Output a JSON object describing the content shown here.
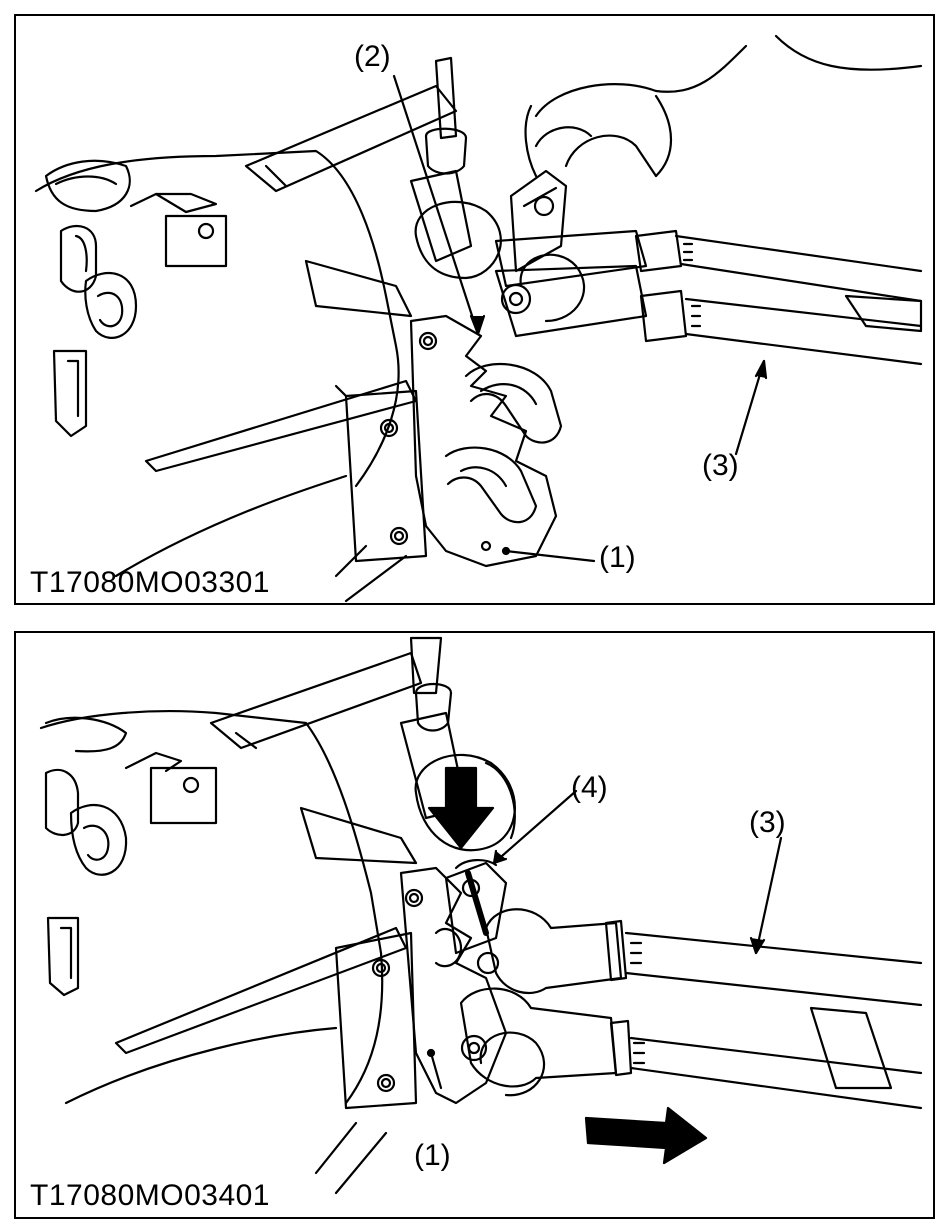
{
  "figure_top": {
    "code": "T17080MO03301",
    "callouts": {
      "c1": "(1)",
      "c2": "(2)",
      "c3": "(3)"
    }
  },
  "figure_bottom": {
    "code": "T17080MO03401",
    "callouts": {
      "c1": "(1)",
      "c3": "(3)",
      "c4": "(4)"
    }
  },
  "colors": {
    "ink": "#000000",
    "paper": "#ffffff"
  }
}
